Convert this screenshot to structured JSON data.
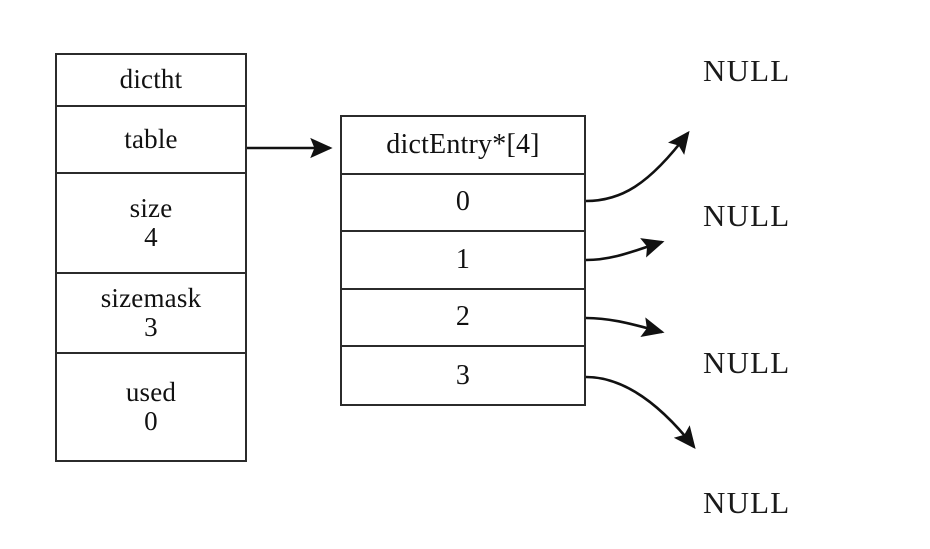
{
  "diagram": {
    "title": "dictht hash table with empty dictEntry pointer array",
    "background_color": "#ffffff",
    "stroke_color": "#2b2b2b"
  },
  "dictht_struct": {
    "name": "dictht",
    "fields": [
      {
        "label": "table",
        "value": ""
      },
      {
        "label": "size",
        "value": "4"
      },
      {
        "label": "sizemask",
        "value": "3"
      },
      {
        "label": "used",
        "value": "0"
      }
    ]
  },
  "entry_table": {
    "header": "dictEntry*[4]",
    "slots": [
      {
        "index": "0"
      },
      {
        "index": "1"
      },
      {
        "index": "2"
      },
      {
        "index": "3"
      }
    ]
  },
  "null_labels": [
    {
      "text": "NULL"
    },
    {
      "text": "NULL"
    },
    {
      "text": "NULL"
    },
    {
      "text": "NULL"
    }
  ],
  "connectors": {
    "table_to_array": "table-pointer-arrow",
    "slot_arrows": [
      "slot-0-null-arrow",
      "slot-1-null-arrow",
      "slot-2-null-arrow",
      "slot-3-null-arrow"
    ]
  }
}
